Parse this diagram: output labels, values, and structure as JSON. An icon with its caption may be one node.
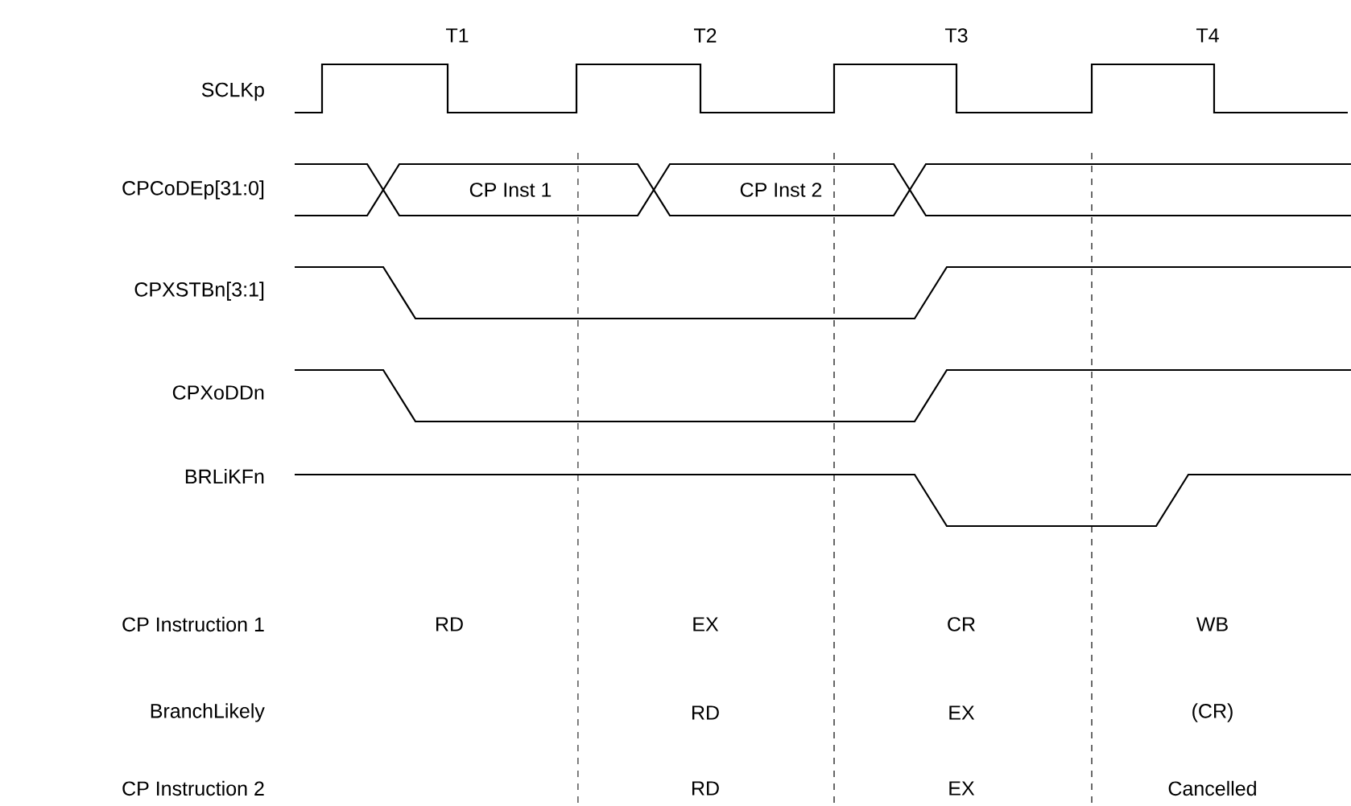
{
  "diagram": {
    "labels": [
      "T1",
      "T2",
      "T3",
      "T4",
      "SCLKp",
      "CPCoDEp[31:0]",
      "CP Inst 1",
      "CP Inst 2",
      "CPXSTBn[3:1]",
      "CPXoDDn",
      "BRLiKFn",
      "CP Instruction 1",
      "RD",
      "EX",
      "CR",
      "WB",
      "BranchLikely",
      "RD",
      "EX",
      "(CR)",
      "CP Instruction 2",
      "RD",
      "EX",
      "Cancelled"
    ]
  }
}
